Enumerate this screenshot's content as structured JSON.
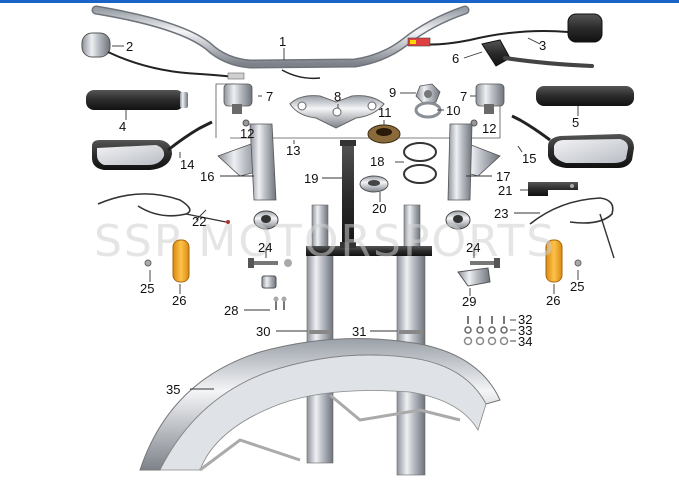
{
  "watermark": "SSP MOTORSPORTS",
  "colors": {
    "top_bar": "#1a63c9",
    "chrome": "#b8bcc4",
    "dark": "#2a2a2a",
    "amber": "#f0a020"
  },
  "callouts": [
    "1",
    "2",
    "3",
    "4",
    "5",
    "6",
    "7",
    "7",
    "8",
    "9",
    "10",
    "11",
    "12",
    "12",
    "13",
    "14",
    "15",
    "16",
    "17",
    "18",
    "19",
    "20",
    "21",
    "22",
    "23",
    "24",
    "24",
    "25",
    "25",
    "26",
    "26",
    "28",
    "29",
    "30",
    "31",
    "32",
    "33",
    "34",
    "35"
  ],
  "parts": [
    {
      "id": "handlebar",
      "callout": "1"
    },
    {
      "id": "left-switch",
      "callout": "2"
    },
    {
      "id": "right-switch",
      "callout": "3"
    },
    {
      "id": "left-grip",
      "callout": "4"
    },
    {
      "id": "right-grip",
      "callout": "5"
    },
    {
      "id": "lever-bracket",
      "callout": "6"
    },
    {
      "id": "bar-clamp",
      "callout": "7"
    },
    {
      "id": "top-bridge",
      "callout": "8"
    },
    {
      "id": "steering-nut",
      "callout": "9"
    },
    {
      "id": "washer",
      "callout": "10"
    },
    {
      "id": "bearing-race",
      "callout": "11"
    },
    {
      "id": "clamp-bolt",
      "callout": "12"
    },
    {
      "id": "ignition-bracket",
      "callout": "13"
    },
    {
      "id": "left-mirror",
      "callout": "14"
    },
    {
      "id": "right-mirror",
      "callout": "15"
    },
    {
      "id": "left-fork-cover",
      "callout": "16"
    },
    {
      "id": "right-fork-cover",
      "callout": "17"
    },
    {
      "id": "bearing-rings",
      "callout": "18"
    },
    {
      "id": "steering-stem",
      "callout": "19"
    },
    {
      "id": "dust-seal",
      "callout": "20"
    },
    {
      "id": "bracket",
      "callout": "21"
    },
    {
      "id": "throttle-cable",
      "callout": "22"
    },
    {
      "id": "brake-cable",
      "callout": "23"
    },
    {
      "id": "bolt",
      "callout": "24"
    },
    {
      "id": "nut",
      "callout": "25"
    },
    {
      "id": "turn-signal",
      "callout": "26"
    },
    {
      "id": "screws",
      "callout": "28"
    },
    {
      "id": "cable-guide",
      "callout": "29"
    },
    {
      "id": "left-fork-leg",
      "callout": "30"
    },
    {
      "id": "right-fork-leg",
      "callout": "31"
    },
    {
      "id": "bolts",
      "callout": "32"
    },
    {
      "id": "spring-washers",
      "callout": "33"
    },
    {
      "id": "flat-washers",
      "callout": "34"
    },
    {
      "id": "front-fender",
      "callout": "35"
    }
  ]
}
